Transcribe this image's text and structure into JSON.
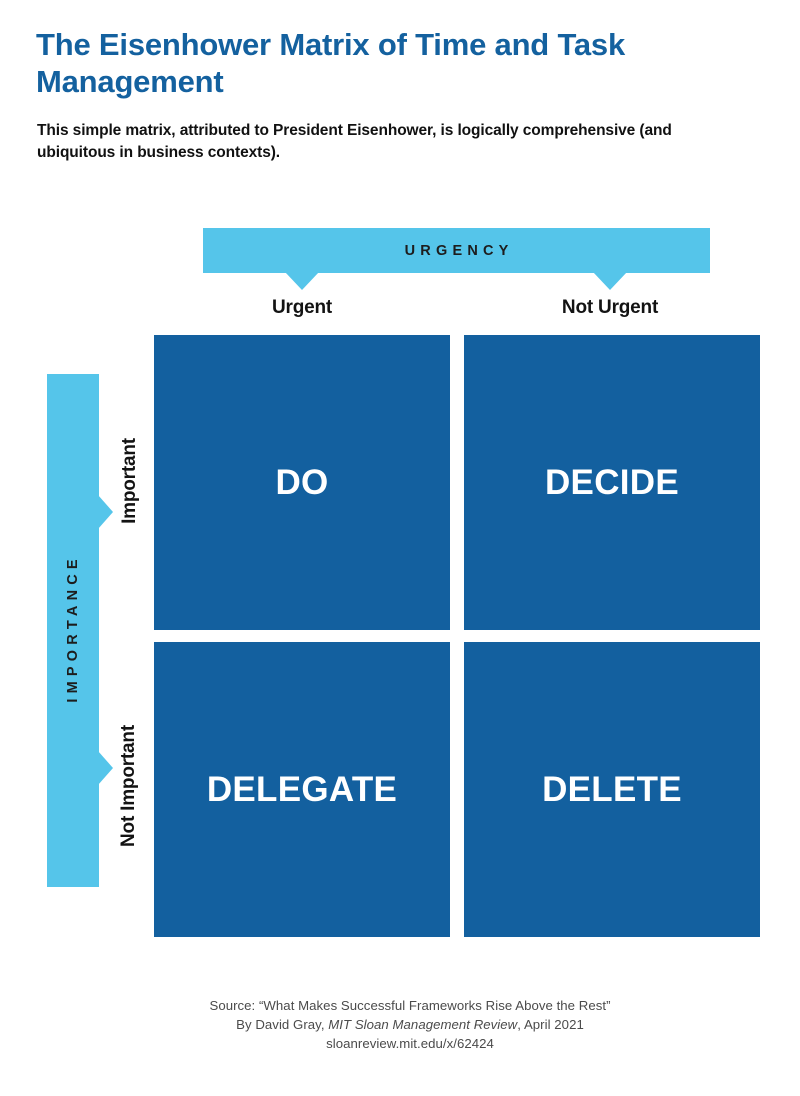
{
  "header": {
    "title": "The Eisenhower Matrix of Time and Task Management",
    "subtitle": "This simple matrix, attributed to President Eisenhower, is logically comprehensive (and ubiquitous in business contexts)."
  },
  "axes": {
    "horizontal": {
      "title": "URGENCY",
      "labels": [
        "Urgent",
        "Not Urgent"
      ],
      "arrow_icons": [
        "chevron-down-icon",
        "chevron-down-icon"
      ]
    },
    "vertical": {
      "title": "IMPORTANCE",
      "labels": [
        "Important",
        "Not Important"
      ],
      "arrow_icons": [
        "chevron-right-icon",
        "chevron-right-icon"
      ]
    }
  },
  "matrix": {
    "quadrants": [
      {
        "id": "do",
        "label": "DO",
        "urgency": "Urgent",
        "importance": "Important"
      },
      {
        "id": "decide",
        "label": "DECIDE",
        "urgency": "Not Urgent",
        "importance": "Important"
      },
      {
        "id": "delegate",
        "label": "DELEGATE",
        "urgency": "Urgent",
        "importance": "Not Important"
      },
      {
        "id": "delete",
        "label": "DELETE",
        "urgency": "Not Urgent",
        "importance": "Not Important"
      }
    ]
  },
  "source": {
    "line1": "Source: “What Makes Successful Frameworks Rise Above the Rest”",
    "line2_prefix": "By David Gray, ",
    "line2_italic": "MIT Sloan Management Review",
    "line2_suffix": ", April 2021",
    "line3": "sloanreview.mit.edu/x/62424"
  },
  "colors": {
    "accent_dark_blue": "#13609F",
    "accent_light_blue": "#55C5EA",
    "title_blue": "#14619F",
    "body_text": "#111111",
    "source_text": "#4B4B4B",
    "background": "#FFFFFF"
  }
}
